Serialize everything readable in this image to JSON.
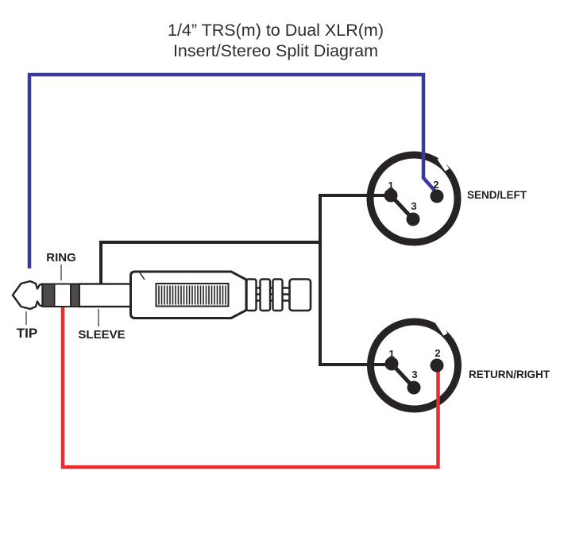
{
  "title": {
    "line1": "1/4” TRS(m) to Dual XLR(m)",
    "line2": "Insert/Stereo Split Diagram"
  },
  "trs": {
    "tip_label": "TIP",
    "ring_label": "RING",
    "sleeve_label": "SLEEVE"
  },
  "xlr_send": {
    "label": "SEND/LEFT",
    "pins": [
      "1",
      "2",
      "3"
    ]
  },
  "xlr_return": {
    "label": "RETURN/RIGHT",
    "pins": [
      "1",
      "2",
      "3"
    ]
  },
  "wires": {
    "tip": {
      "color": "#39399e"
    },
    "ring": {
      "color": "#ed2b2f"
    },
    "sleeve": {
      "color": "#272324"
    }
  }
}
